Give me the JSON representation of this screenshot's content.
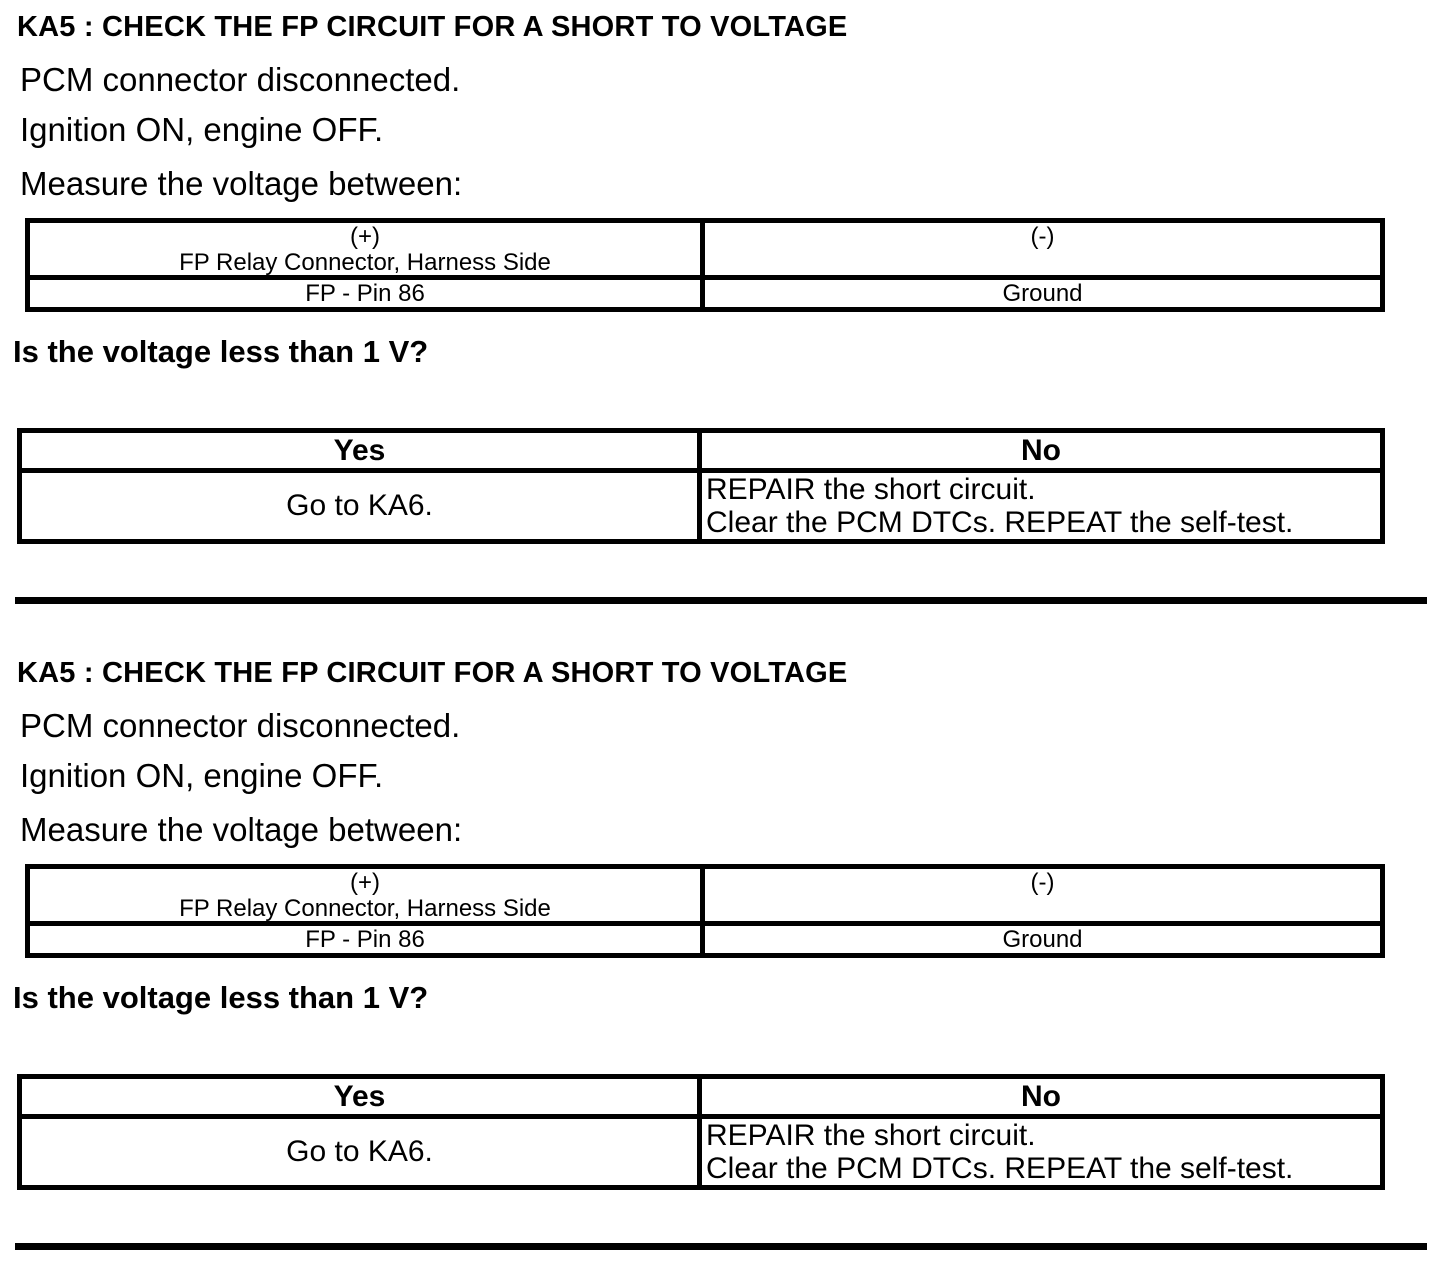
{
  "page": {
    "background": "#ffffff",
    "text_color": "#000000"
  },
  "sections": [
    {
      "heading": "KA5 : CHECK THE FP CIRCUIT FOR A SHORT TO VOLTAGE",
      "steps": [
        "PCM connector disconnected.",
        "Ignition ON, engine OFF.",
        "Measure the voltage between:"
      ],
      "measurement_table": {
        "positive_header_line1": "(+)",
        "positive_header_line2": "FP Relay Connector, Harness Side",
        "negative_header": "(-)",
        "positive_value": "FP - Pin 86",
        "negative_value": "Ground"
      },
      "question": "Is the voltage less than 1 V?",
      "result_table": {
        "yes_header": "Yes",
        "no_header": "No",
        "yes_action": "Go to KA6.",
        "no_action_line1": "REPAIR the short circuit.",
        "no_action_line2": "Clear the PCM DTCs. REPEAT the self-test."
      }
    },
    {
      "heading": "KA5 : CHECK THE FP CIRCUIT FOR A SHORT TO VOLTAGE",
      "steps": [
        "PCM connector disconnected.",
        "Ignition ON, engine OFF.",
        "Measure the voltage between:"
      ],
      "measurement_table": {
        "positive_header_line1": "(+)",
        "positive_header_line2": "FP Relay Connector, Harness Side",
        "negative_header": "(-)",
        "positive_value": "FP - Pin 86",
        "negative_value": "Ground"
      },
      "question": "Is the voltage less than 1 V?",
      "result_table": {
        "yes_header": "Yes",
        "no_header": "No",
        "yes_action": "Go to KA6.",
        "no_action_line1": "REPAIR the short circuit.",
        "no_action_line2": "Clear the PCM DTCs. REPEAT the self-test."
      }
    }
  ]
}
